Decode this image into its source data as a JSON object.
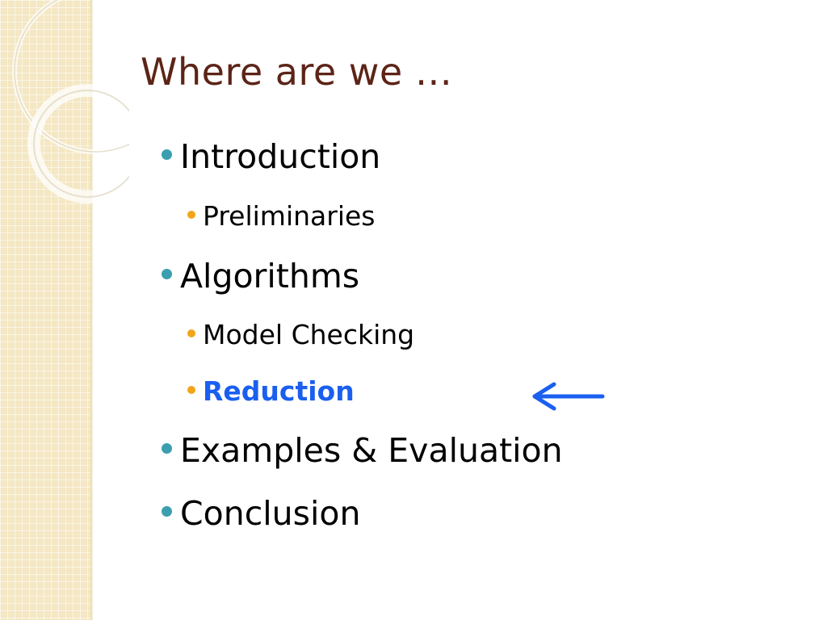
{
  "slide": {
    "title": "Where are we …",
    "items": [
      {
        "level": 1,
        "label": "Introduction"
      },
      {
        "level": 2,
        "label": "Preliminaries"
      },
      {
        "level": 1,
        "label": "Algorithms"
      },
      {
        "level": 2,
        "label": "Model Checking"
      },
      {
        "level": 2,
        "label": "Reduction",
        "highlighted": true
      },
      {
        "level": 1,
        "label": "Examples & Evaluation"
      },
      {
        "level": 1,
        "label": "Conclusion"
      }
    ],
    "current_marker_icon": "left-arrow-icon"
  },
  "colors": {
    "title": "#5c2417",
    "level1_bullet": "#3b9fb0",
    "level2_bullet": "#f2a51b",
    "highlight": "#1a5ff0",
    "side_band": "#f4e7c3"
  }
}
